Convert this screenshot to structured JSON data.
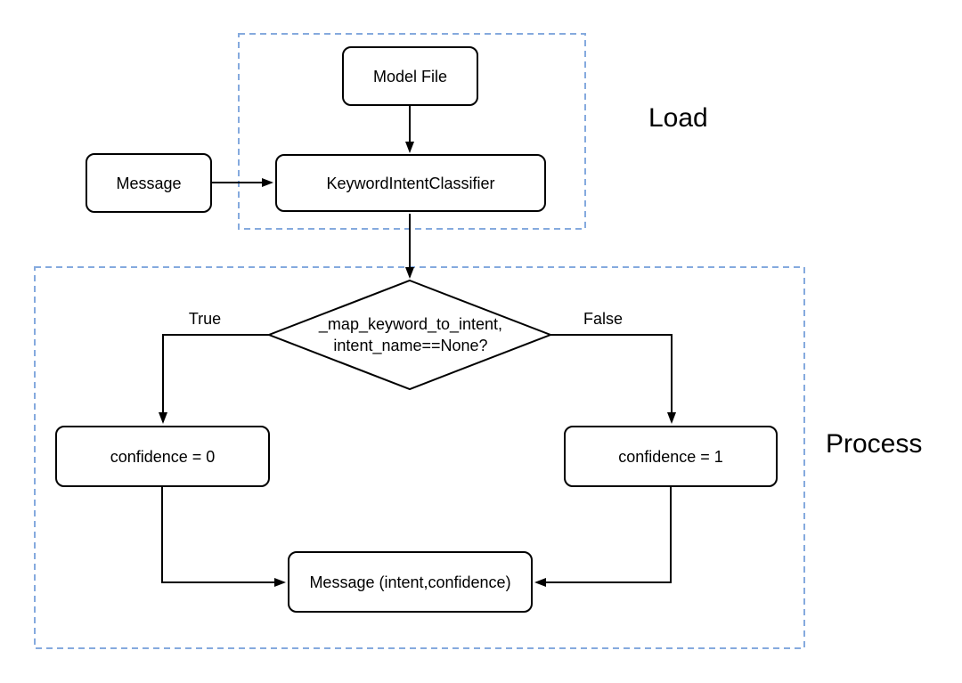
{
  "nodes": {
    "model_file": {
      "label": "Model File"
    },
    "message_in": {
      "label": "Message"
    },
    "classifier": {
      "label": "KeywordIntentClassifier"
    },
    "decision": {
      "line1": "_map_keyword_to_intent,",
      "line2": "intent_name==None?"
    },
    "confidence_0": {
      "label": "confidence = 0"
    },
    "confidence_1": {
      "label": "confidence = 1"
    },
    "message_out": {
      "label": "Message (intent,confidence)"
    }
  },
  "groups": {
    "load": {
      "label": "Load"
    },
    "process": {
      "label": "Process"
    }
  },
  "branch_labels": {
    "true": {
      "label": "True"
    },
    "false": {
      "label": "False"
    }
  },
  "edges": [
    {
      "from": "Model File",
      "to": "KeywordIntentClassifier",
      "label": ""
    },
    {
      "from": "Message",
      "to": "KeywordIntentClassifier",
      "label": ""
    },
    {
      "from": "KeywordIntentClassifier",
      "to": "_map_keyword_to_intent, intent_name==None?",
      "label": ""
    },
    {
      "from": "_map_keyword_to_intent, intent_name==None?",
      "to": "confidence = 0",
      "label": "True"
    },
    {
      "from": "_map_keyword_to_intent, intent_name==None?",
      "to": "confidence = 1",
      "label": "False"
    },
    {
      "from": "confidence = 0",
      "to": "Message (intent,confidence)",
      "label": ""
    },
    {
      "from": "confidence = 1",
      "to": "Message (intent,confidence)",
      "label": ""
    }
  ],
  "colors": {
    "background": "#ffffff",
    "node_fill": "#ffffff",
    "node_border": "#000000",
    "group_border": "#85aade",
    "text": "#000000"
  }
}
